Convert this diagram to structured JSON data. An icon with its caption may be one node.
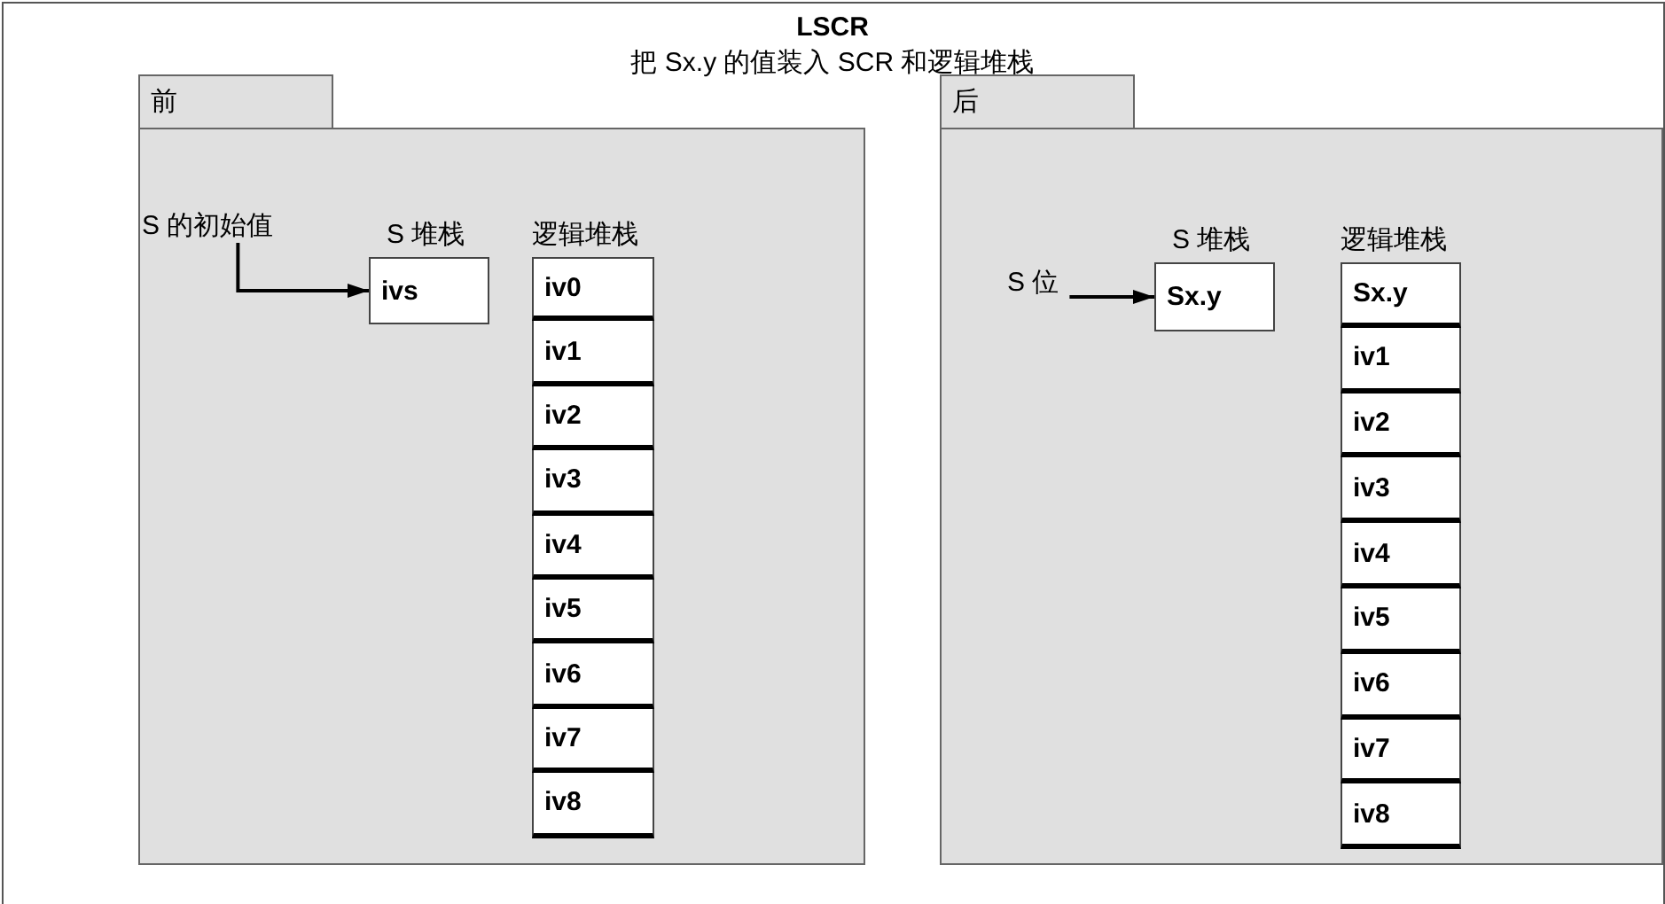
{
  "diagram": {
    "title": "LSCR",
    "nodes": [
      {
        "text": [
          "前"
        ]
      },
      {
        "text": [
          "S 的初始值"
        ],
        "in": 0
      },
      {
        "text": [
          "S 堆栈",
          "ivs"
        ],
        "in": 0
      },
      {
        "text": [
          "逻辑堆栈"
        ],
        "in": 0
      },
      {
        "text": [
          "iv0"
        ],
        "in": 3
      },
      {
        "text": [
          "iv1"
        ],
        "in": 3
      },
      {
        "text": [
          "iv2"
        ],
        "in": 3
      },
      {
        "text": [
          "iv3"
        ],
        "in": 3
      },
      {
        "text": [
          "iv4"
        ],
        "in": 3
      },
      {
        "text": [
          "iv5"
        ],
        "in": 3
      },
      {
        "text": [
          "iv6"
        ],
        "in": 3
      },
      {
        "text": [
          "iv7"
        ],
        "in": 3
      },
      {
        "text": [
          "iv8"
        ],
        "in": 3
      },
      {
        "text": [
          "后"
        ]
      },
      {
        "text": [
          "S 位"
        ],
        "in": 13
      },
      {
        "text": [
          "S 堆栈",
          "Sx.y"
        ],
        "in": 13
      },
      {
        "text": [
          "逻辑堆栈"
        ],
        "in": 13
      },
      {
        "text": [
          "Sx.y"
        ],
        "in": 16
      },
      {
        "text": [
          "iv1"
        ],
        "in": 16
      },
      {
        "text": [
          "iv2"
        ],
        "in": 16
      },
      {
        "text": [
          "iv3"
        ],
        "in": 16
      },
      {
        "text": [
          "iv4"
        ],
        "in": 16
      },
      {
        "text": [
          "iv5"
        ],
        "in": 16
      },
      {
        "text": [
          "iv6"
        ],
        "in": 16
      },
      {
        "text": [
          "iv7"
        ],
        "in": 16
      },
      {
        "text": [
          "iv8"
        ],
        "in": 16
      }
    ],
    "edges": [
      {
        "from": 1,
        "to": 2,
        "arrow": "to"
      },
      {
        "from": 14,
        "to": 15,
        "arrow": "to"
      }
    ],
    "labels": [
      "把 Sx.y 的值装入 SCR 和逻辑堆栈"
    ]
  }
}
